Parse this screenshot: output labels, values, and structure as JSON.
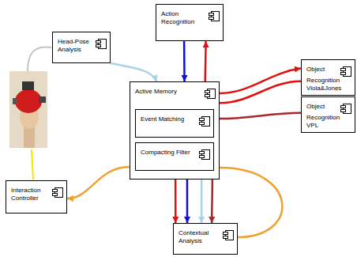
{
  "diagram": {
    "nodes": [
      {
        "text": [
          "Action Recognition"
        ]
      },
      {
        "text": [
          "Head-Pose Analysis"
        ]
      },
      {
        "text": [
          "Object Recognition Viola&Jones"
        ]
      },
      {
        "text": [
          "Active Memory"
        ]
      },
      {
        "text": [
          "Event Matching"
        ],
        "in": 3
      },
      {
        "text": [
          "Compacting Filter"
        ],
        "in": 3
      },
      {
        "text": [
          "Object Recognition VPL"
        ]
      },
      {
        "text": [
          "Interaction Controller"
        ]
      },
      {
        "text": [
          "Contextual Analysis"
        ]
      }
    ],
    "edges": [
      {
        "from": 1,
        "to": 3,
        "arrow": "to"
      },
      {
        "from": 0,
        "to": 3,
        "arrow": "to"
      },
      {
        "from": 3,
        "to": 0,
        "arrow": "to"
      },
      {
        "from": 3,
        "to": 2,
        "arrow": "to"
      },
      {
        "from": 2,
        "to": 3,
        "arrow": "none"
      },
      {
        "from": 6,
        "to": 3,
        "arrow": "none"
      },
      {
        "from": 3,
        "to": 7,
        "arrow": "to"
      },
      {
        "from": 3,
        "to": 8,
        "arrow": "to"
      },
      {
        "from": 3,
        "to": 8,
        "arrow": "to"
      },
      {
        "from": 3,
        "to": 8,
        "arrow": "to"
      },
      {
        "from": 3,
        "to": 8,
        "arrow": "to"
      },
      {
        "from": 8,
        "to": 3,
        "arrow": "none"
      }
    ]
  }
}
